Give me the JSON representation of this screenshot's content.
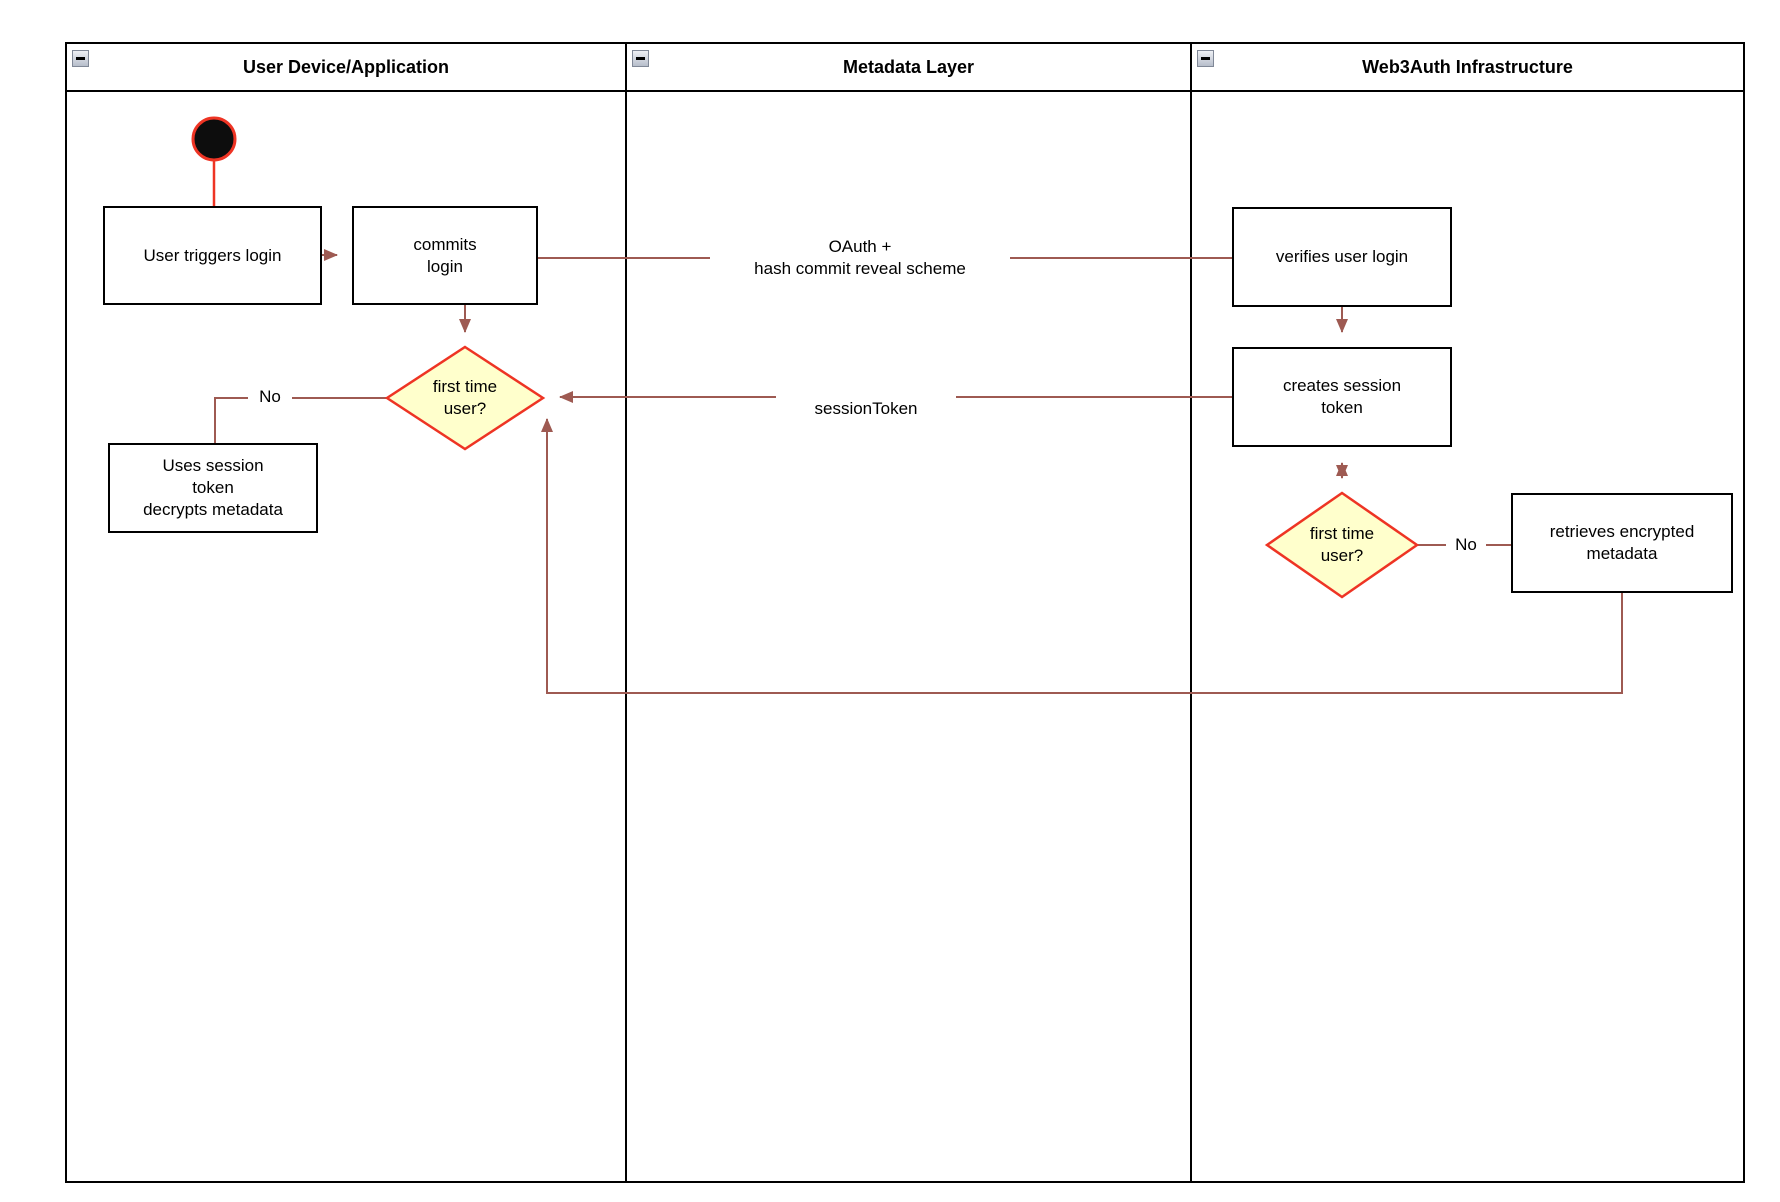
{
  "colors": {
    "accent_red": "#ee3424",
    "connector": "#9e5a52",
    "diamond_fill": "#ffffcc",
    "node_border": "#000000"
  },
  "pool": {
    "lanes": [
      {
        "title": "User Device/Application",
        "collapse_icon": "minus-icon"
      },
      {
        "title": "Metadata Layer",
        "collapse_icon": "minus-icon"
      },
      {
        "title": "Web3Auth Infrastructure",
        "collapse_icon": "minus-icon"
      }
    ]
  },
  "nodes": {
    "user_triggers_login": "User triggers login",
    "commits_login": "commits\nlogin",
    "first_time_user_left": "first time\nuser?",
    "uses_session_token": "Uses session\ntoken\ndecrypts metadata",
    "verifies_user_login": "verifies user login",
    "creates_session_token": "creates session\ntoken",
    "first_time_user_right": "first time\nuser?",
    "retrieves_encrypted_metadata": "retrieves encrypted\nmetadata"
  },
  "edge_labels": {
    "oauth": "OAuth +\nhash commit reveal scheme",
    "session_token": "sessionToken",
    "no_left": "No",
    "no_right": "No"
  }
}
